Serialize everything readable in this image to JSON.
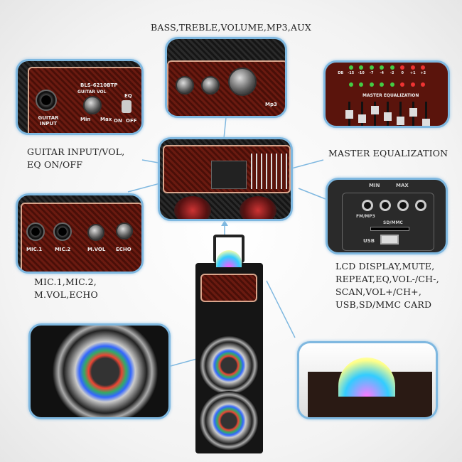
{
  "callouts": {
    "top": "BASS,TREBLE,VOLUME,MP3,AUX",
    "guitar": [
      "GUITAR INPUT/VOL,",
      "EQ ON/OFF"
    ],
    "eq": "MASTER EQUALIZATION",
    "mic": [
      "MIC.1,MIC.2,",
      "M.VOL,ECHO"
    ],
    "lcd": [
      "LCD DISPLAY,MUTE,",
      "REPEAT,EQ,VOL-/CH-,",
      "SCAN,VOL+/CH+,",
      "USB,SD/MMC CARD"
    ]
  },
  "panel_text": {
    "model": "BLS-6210BTP",
    "guitar_input": "GUITAR INPUT",
    "vol": "GUITAR VOL",
    "min": "Min",
    "max": "Max",
    "eq": "EQ",
    "on": "ON",
    "off": "OFF",
    "mp3": "Mp3",
    "master_eq": "MASTER EQUALIZATION",
    "db_scale": [
      "DB",
      "-15",
      "-10",
      "-7",
      "-4",
      "-2",
      "0",
      "+1",
      "+2"
    ],
    "lcd_min": "MIN",
    "lcd_max": "MAX",
    "fm_mp3": "FM/MP3",
    "sd": "SD/MMC",
    "usb": "USB",
    "mic1": "MIC.1",
    "mic2": "MIC.2",
    "mvol": "M.VOL",
    "echo": "ECHO"
  },
  "colors": {
    "border": "#7fb8e0",
    "leader": "#7fb8e0"
  }
}
